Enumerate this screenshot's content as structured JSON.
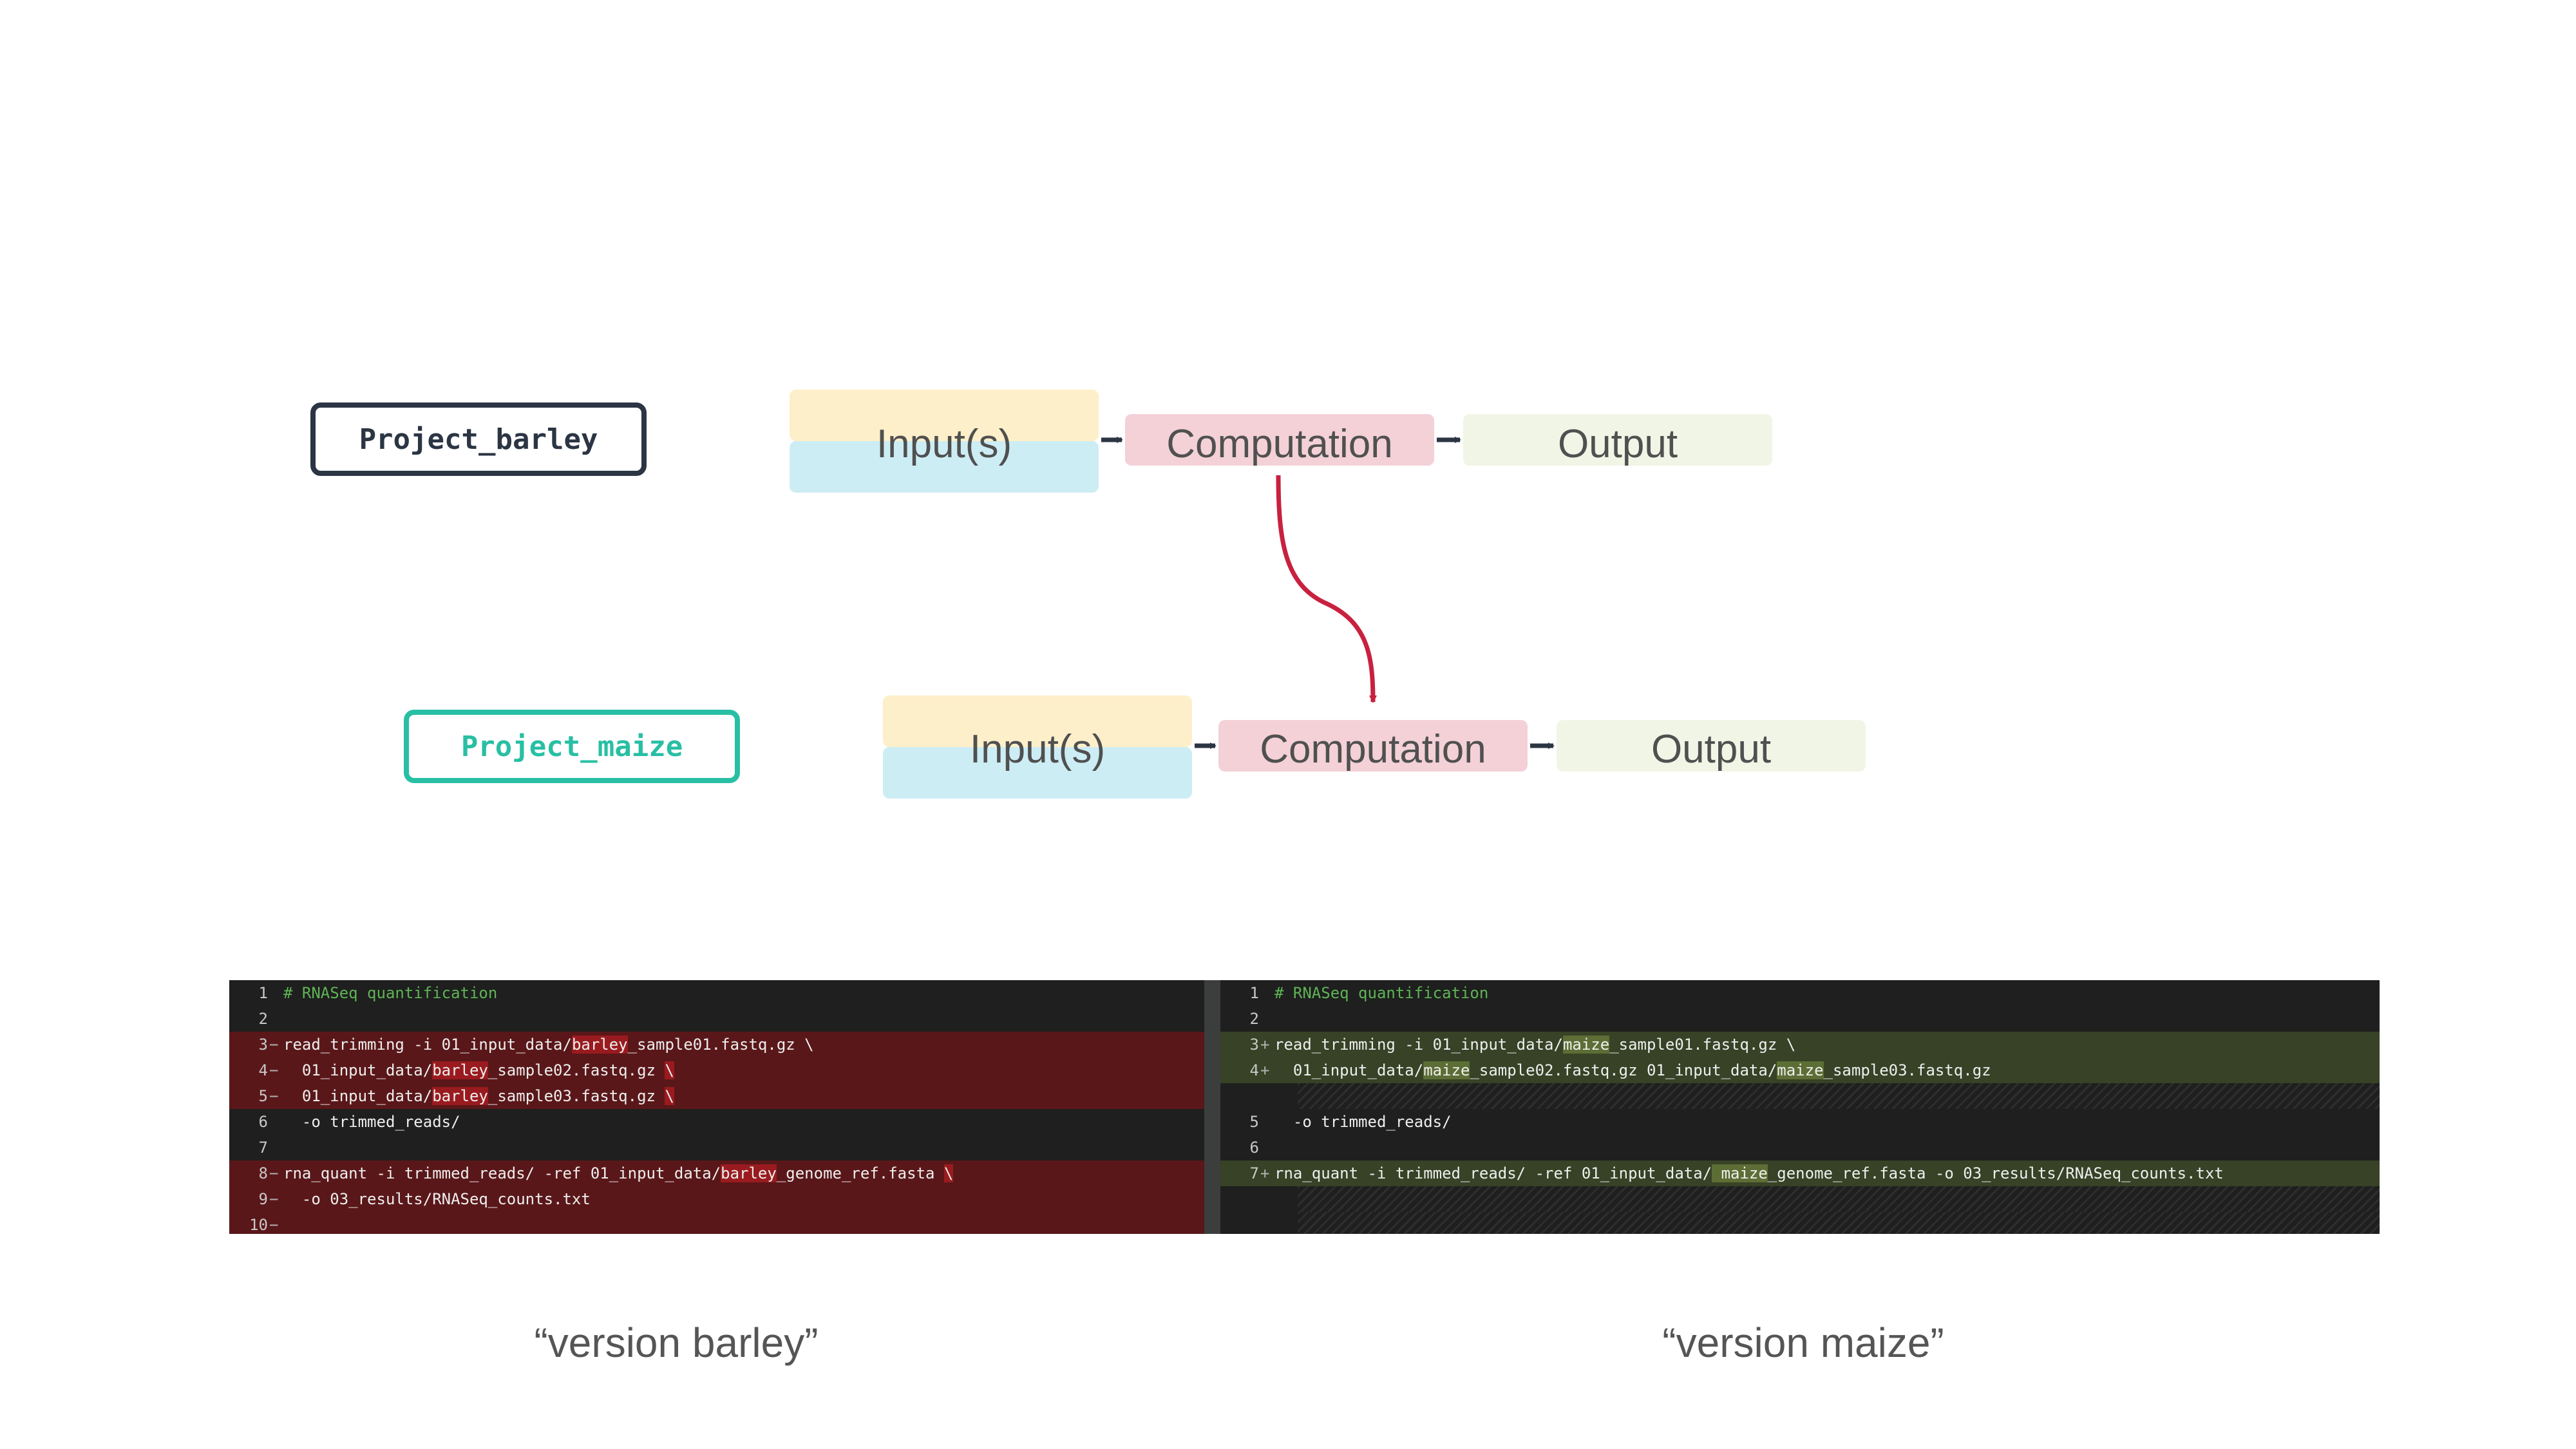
{
  "projects": {
    "barley": "Project_barley",
    "maize": "Project_maize"
  },
  "pipeline": {
    "input": "Input(s)",
    "computation": "Computation",
    "output": "Output"
  },
  "colors": {
    "barley_border": "#2b3543",
    "maize_border": "#28bfa4",
    "link_arrow": "#c8213f",
    "flow_arrow": "#2b3543"
  },
  "diff": {
    "left": [
      {
        "ln": "1",
        "mark": "",
        "type": "ctx",
        "parts": [
          {
            "t": "# RNASeq quantification",
            "c": "comment"
          }
        ]
      },
      {
        "ln": "2",
        "mark": "",
        "type": "ctx",
        "parts": []
      },
      {
        "ln": "3",
        "mark": "−",
        "type": "del",
        "parts": [
          {
            "t": "read_trimming -i 01_input_data/"
          },
          {
            "t": "barley",
            "h": 1
          },
          {
            "t": "_sample01.fastq.gz \\"
          }
        ]
      },
      {
        "ln": "4",
        "mark": "−",
        "type": "del",
        "parts": [
          {
            "t": "  01_input_data/"
          },
          {
            "t": "barley",
            "h": 1
          },
          {
            "t": "_sample02.fastq.gz "
          },
          {
            "t": "\\",
            "h": 1
          }
        ]
      },
      {
        "ln": "5",
        "mark": "−",
        "type": "del",
        "parts": [
          {
            "t": "  01_input_data/"
          },
          {
            "t": "barley",
            "h": 1
          },
          {
            "t": "_sample03.fastq.gz "
          },
          {
            "t": "\\",
            "h": 1
          }
        ]
      },
      {
        "ln": "6",
        "mark": "",
        "type": "ctx",
        "parts": [
          {
            "t": "  -o trimmed_reads/"
          }
        ]
      },
      {
        "ln": "7",
        "mark": "",
        "type": "ctx",
        "parts": []
      },
      {
        "ln": "8",
        "mark": "−",
        "type": "del",
        "parts": [
          {
            "t": "rna_quant -i trimmed_reads/ -ref 01_input_data/"
          },
          {
            "t": "barley",
            "h": 1
          },
          {
            "t": "_genome_ref.fasta "
          },
          {
            "t": "\\",
            "h": 1
          }
        ]
      },
      {
        "ln": "9",
        "mark": "−",
        "type": "del",
        "parts": [
          {
            "t": "  -o 03_results/RNASeq_counts.txt"
          }
        ]
      },
      {
        "ln": "10",
        "mark": "−",
        "type": "del",
        "parts": []
      }
    ],
    "right": [
      {
        "ln": "1",
        "mark": "",
        "type": "ctx",
        "parts": [
          {
            "t": "# RNASeq quantification",
            "c": "comment"
          }
        ]
      },
      {
        "ln": "2",
        "mark": "",
        "type": "ctx",
        "parts": []
      },
      {
        "ln": "3",
        "mark": "+",
        "type": "add",
        "parts": [
          {
            "t": "read_trimming -i 01_input_data/"
          },
          {
            "t": "maize",
            "h": 1
          },
          {
            "t": "_sample01.fastq.gz \\"
          }
        ]
      },
      {
        "ln": "4",
        "mark": "+",
        "type": "add",
        "parts": [
          {
            "t": "  01_input_data/"
          },
          {
            "t": "maize",
            "h": 1
          },
          {
            "t": "_sample02.fastq.gz 01_input_data/"
          },
          {
            "t": "maize",
            "h": 1
          },
          {
            "t": "_sample03.fastq.gz"
          }
        ]
      },
      {
        "ln": "",
        "mark": "",
        "type": "hatch",
        "parts": []
      },
      {
        "ln": "5",
        "mark": "",
        "type": "ctx",
        "parts": [
          {
            "t": "  -o trimmed_reads/"
          }
        ]
      },
      {
        "ln": "6",
        "mark": "",
        "type": "ctx",
        "parts": []
      },
      {
        "ln": "7",
        "mark": "+",
        "type": "add",
        "parts": [
          {
            "t": "rna_quant -i trimmed_reads/ -ref 01_input_data/"
          },
          {
            "t": " maize",
            "h": 1
          },
          {
            "t": "_genome_ref.fasta -o 03_results/RNASeq_counts.txt"
          }
        ]
      },
      {
        "ln": "",
        "mark": "",
        "type": "hatch",
        "parts": []
      },
      {
        "ln": "",
        "mark": "",
        "type": "hatch",
        "parts": []
      }
    ]
  },
  "captions": {
    "left": "“version barley”",
    "right": "“version maize”"
  }
}
